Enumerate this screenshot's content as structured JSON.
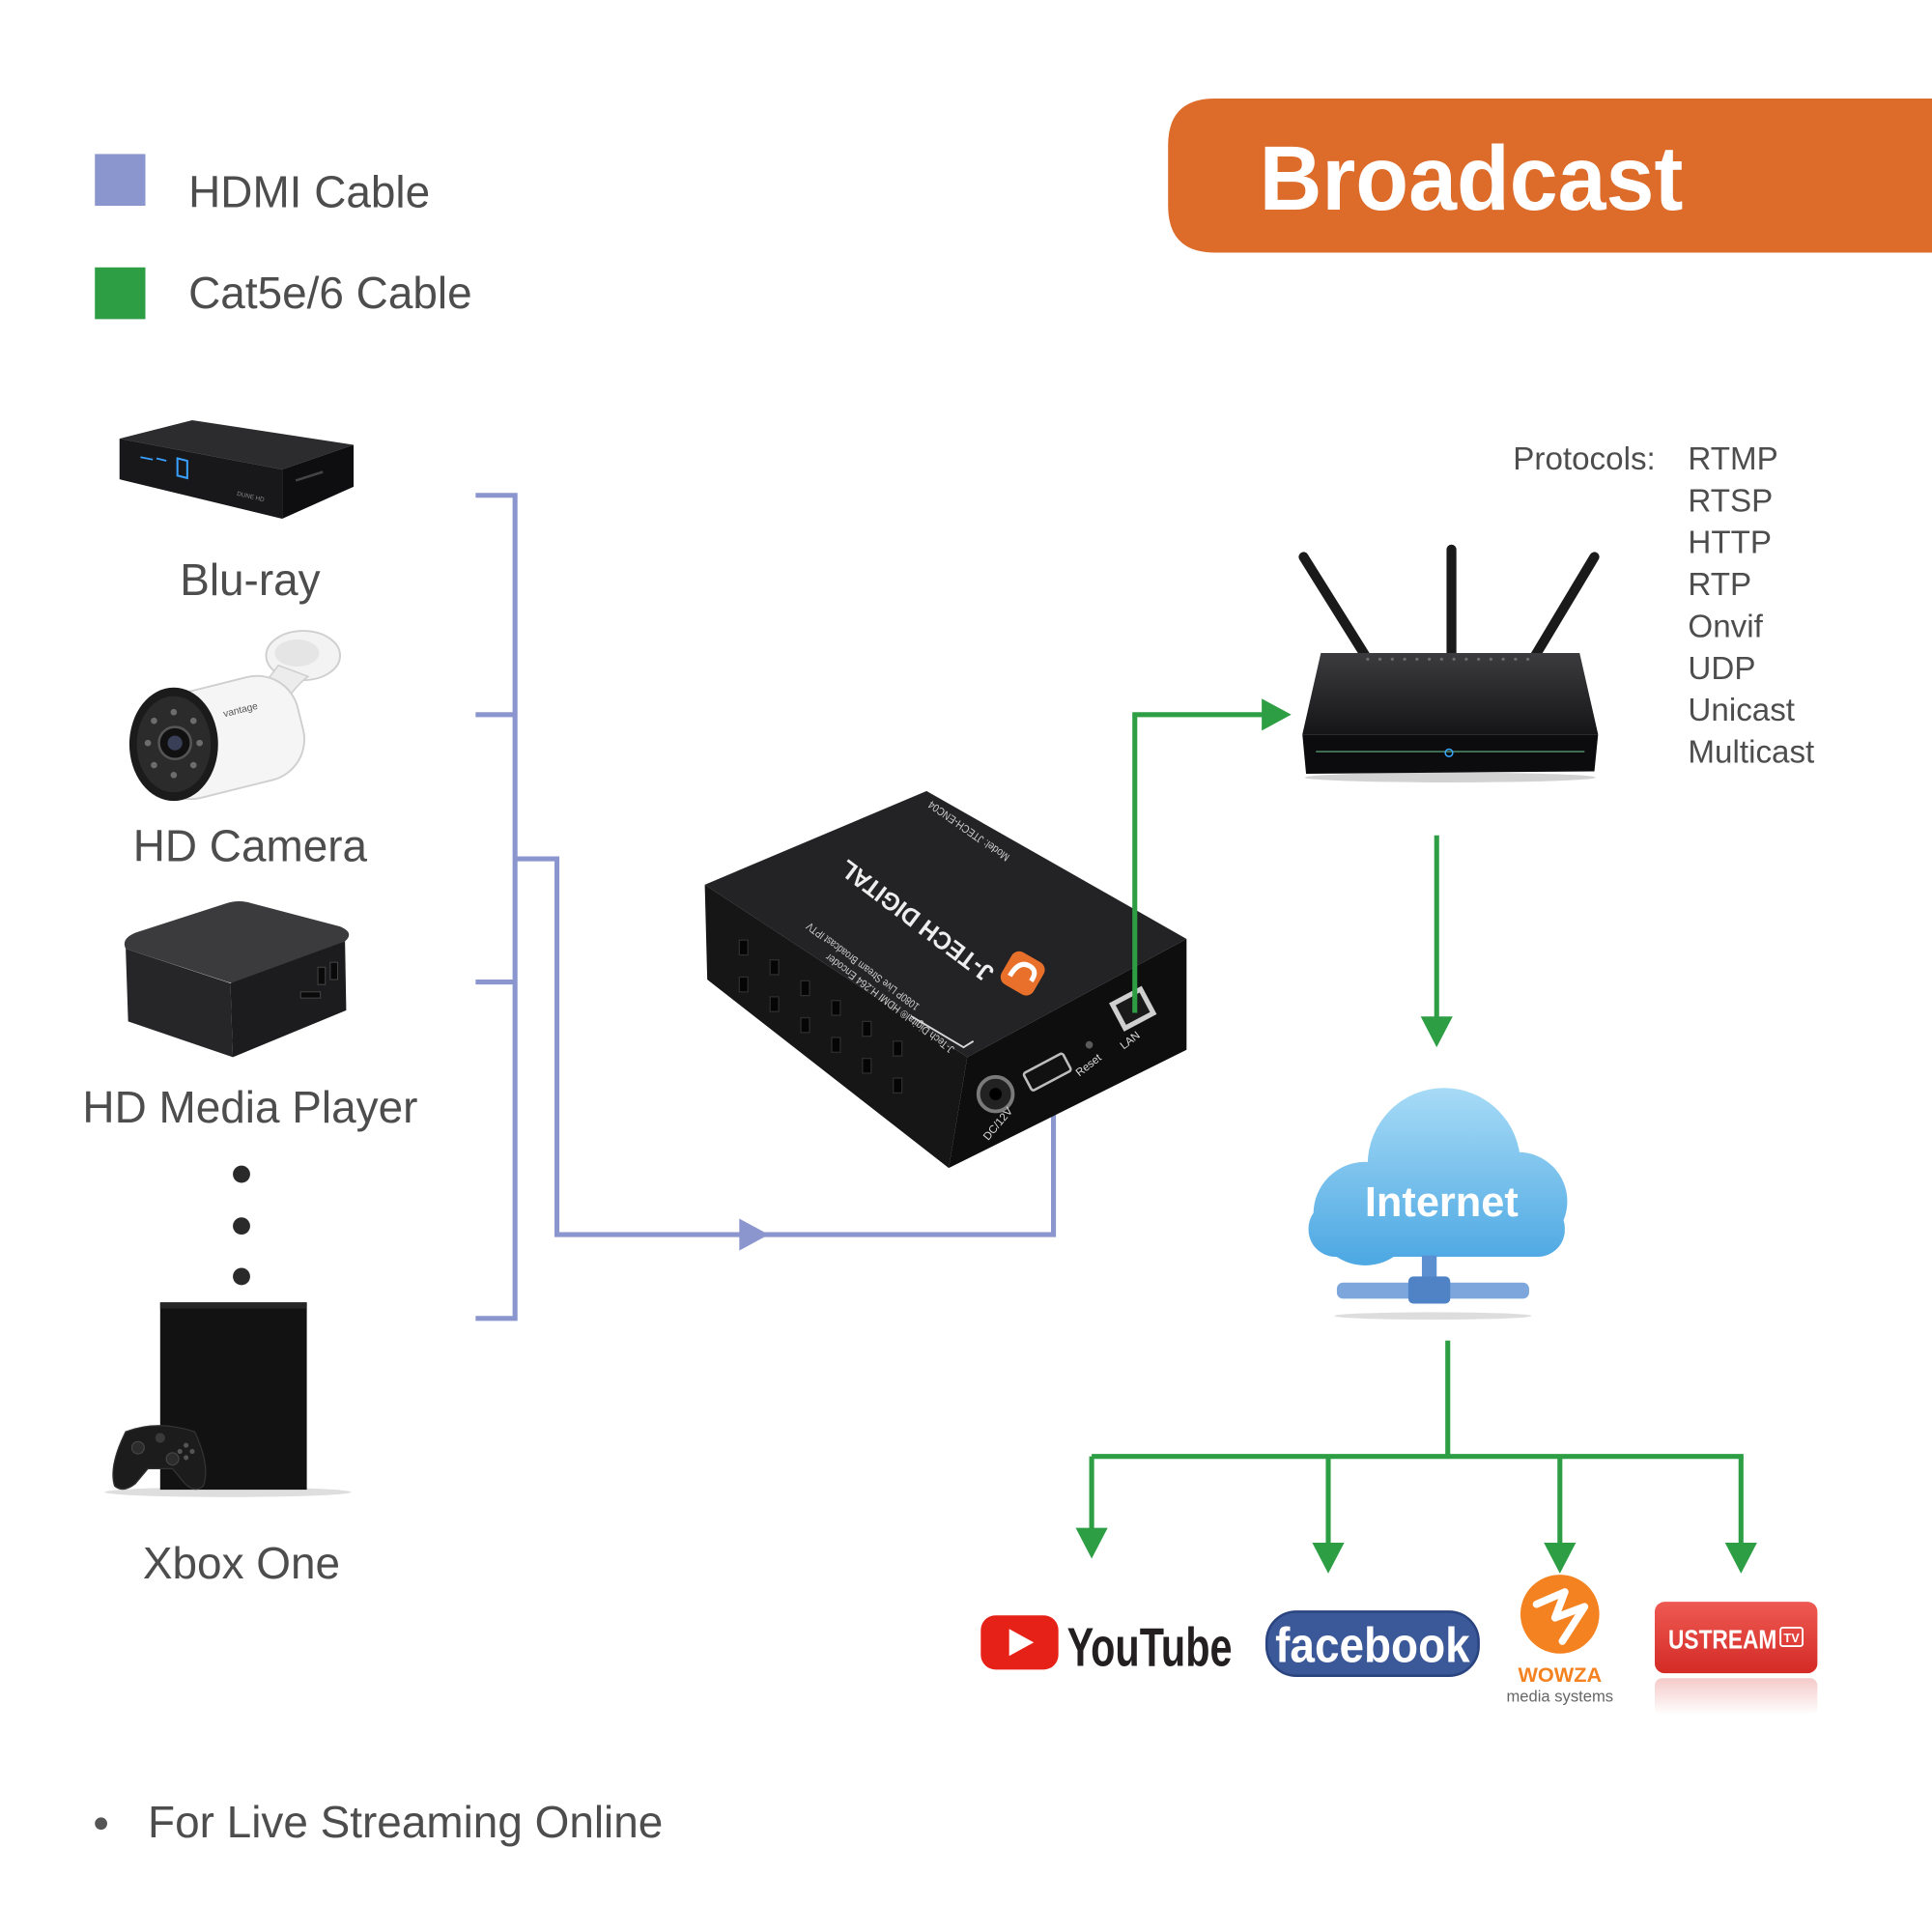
{
  "legend": {
    "items": [
      {
        "label": "HDMI Cable",
        "color": "#8C96CE"
      },
      {
        "label": "Cat5e/6 Cable",
        "color": "#2E9E44"
      }
    ]
  },
  "banner": {
    "title": "Broadcast",
    "color": "#DD6B2A"
  },
  "sources": [
    {
      "label": "Blu-ray",
      "icon": "bluray-player-icon",
      "brand": "DUNE HD"
    },
    {
      "label": "HD Camera",
      "icon": "security-camera-icon",
      "brand": "vantage"
    },
    {
      "label": "HD Media Player",
      "icon": "media-player-icon"
    },
    {
      "label": "Xbox One",
      "icon": "xbox-console-icon"
    }
  ],
  "encoder": {
    "icon": "encoder-device-icon",
    "brand": "J-TECH DIGITAL",
    "model": "Model: JTECH-ENC04",
    "line1": "1080P Live Stream Broadcast IPTV",
    "line2": "J-Tech Digital® HDMI H.264 Encoder",
    "ports": {
      "power": "DC/12V",
      "reset": "Reset",
      "lan": "LAN"
    }
  },
  "router": {
    "icon": "router-icon"
  },
  "protocols": {
    "label": "Protocols:",
    "items": [
      "RTMP",
      "RTSP",
      "HTTP",
      "RTP",
      "Onvif",
      "UDP",
      "Unicast",
      "Multicast"
    ]
  },
  "internet": {
    "label": "Internet",
    "icon": "cloud-network-icon"
  },
  "platforms": [
    {
      "name": "YouTube",
      "icon": "youtube-logo-icon",
      "color": "#E62117"
    },
    {
      "name": "facebook",
      "icon": "facebook-logo-icon",
      "color": "#3B5998"
    },
    {
      "name": "WOWZA",
      "tagline": "media systems",
      "icon": "wowza-logo-icon",
      "color": "#F58220"
    },
    {
      "name": "USTREAM",
      "badge": "TV",
      "icon": "ustream-logo-icon",
      "color": "#D42A26"
    }
  ],
  "footer": {
    "items": [
      "For Live Streaming Online"
    ]
  }
}
